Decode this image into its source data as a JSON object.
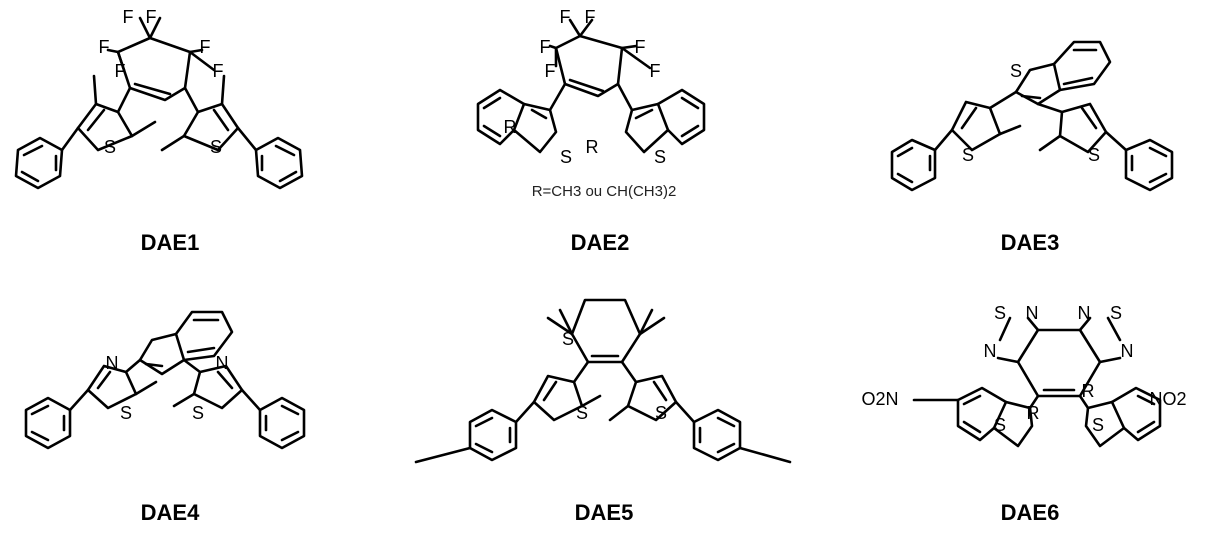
{
  "compounds": [
    {
      "label": "DAE1",
      "note": "",
      "atoms": [
        [
          "F",
          128,
          18
        ],
        [
          "F",
          151,
          18
        ],
        [
          "F",
          104,
          48
        ],
        [
          "F",
          205,
          48
        ],
        [
          "F",
          120,
          72
        ],
        [
          "F",
          218,
          72
        ],
        [
          "S",
          110,
          148
        ],
        [
          "S",
          216,
          148
        ]
      ]
    },
    {
      "label": "DAE2",
      "note": "R=CH3 ou CH(CH3)2",
      "atoms": [
        [
          "F",
          565,
          18
        ],
        [
          "F",
          590,
          18
        ],
        [
          "F",
          545,
          48
        ],
        [
          "F",
          640,
          48
        ],
        [
          "F",
          550,
          72
        ],
        [
          "F",
          655,
          72
        ],
        [
          "R",
          510,
          128
        ],
        [
          "R",
          592,
          148
        ],
        [
          "S",
          566,
          158
        ],
        [
          "S",
          660,
          158
        ]
      ]
    },
    {
      "label": "DAE3",
      "note": "",
      "atoms": [
        [
          "S",
          1016,
          72
        ],
        [
          "S",
          968,
          156
        ],
        [
          "S",
          1094,
          156
        ]
      ]
    },
    {
      "label": "DAE4",
      "note": "",
      "atoms": [
        [
          "S",
          568,
          340
        ],
        [
          "N",
          112,
          364
        ],
        [
          "N",
          222,
          364
        ],
        [
          "S",
          126,
          414
        ],
        [
          "S",
          198,
          414
        ]
      ]
    },
    {
      "label": "DAE5",
      "note": "",
      "atoms": [
        [
          "S",
          582,
          414
        ],
        [
          "S",
          661,
          414
        ]
      ]
    },
    {
      "label": "DAE6",
      "note": "",
      "atoms": [
        [
          "S",
          1000,
          314
        ],
        [
          "N",
          1032,
          314
        ],
        [
          "N",
          1084,
          314
        ],
        [
          "S",
          1116,
          314
        ],
        [
          "N",
          990,
          352
        ],
        [
          "N",
          1127,
          352
        ],
        [
          "R",
          1088,
          392
        ],
        [
          "R",
          1033,
          414
        ],
        [
          "S",
          1000,
          426
        ],
        [
          "S",
          1098,
          426
        ],
        [
          "O2N",
          880,
          400
        ],
        [
          "NO2",
          1168,
          400
        ]
      ]
    }
  ]
}
